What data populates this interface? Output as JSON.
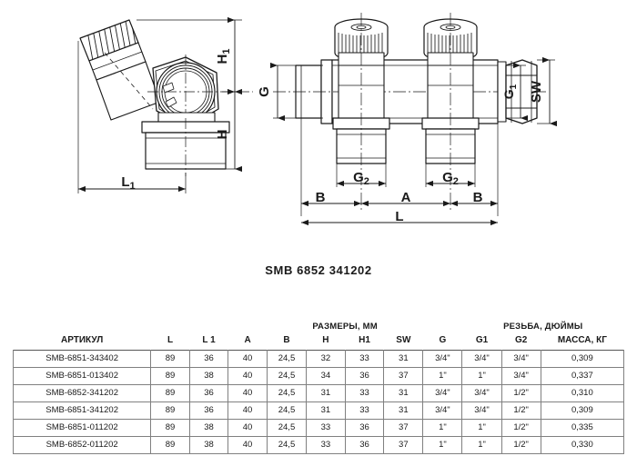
{
  "product_code": "SMB 6852 341202",
  "drawings": {
    "left_view": {
      "name": "angle-valve-side-view",
      "dimension_labels": [
        {
          "id": "H1",
          "text": "H",
          "sub": "1",
          "orientation": "vertical"
        },
        {
          "id": "H",
          "text": "H",
          "sub": "",
          "orientation": "vertical"
        },
        {
          "id": "L1",
          "text": "L",
          "sub": "1",
          "orientation": "horizontal"
        }
      ]
    },
    "right_view": {
      "name": "manifold-front-view",
      "dimension_labels": [
        {
          "id": "G",
          "text": "G",
          "sub": "",
          "orientation": "vertical"
        },
        {
          "id": "G1",
          "text": "G",
          "sub": "1",
          "orientation": "vertical"
        },
        {
          "id": "SW",
          "text": "SW",
          "sub": "",
          "orientation": "vertical"
        },
        {
          "id": "G2a",
          "text": "G",
          "sub": "2",
          "orientation": "horizontal"
        },
        {
          "id": "G2b",
          "text": "G",
          "sub": "2",
          "orientation": "horizontal"
        },
        {
          "id": "Ba",
          "text": "B",
          "sub": "",
          "orientation": "horizontal"
        },
        {
          "id": "A",
          "text": "A",
          "sub": "",
          "orientation": "horizontal"
        },
        {
          "id": "Bb",
          "text": "B",
          "sub": "",
          "orientation": "horizontal"
        },
        {
          "id": "L",
          "text": "L",
          "sub": "",
          "orientation": "horizontal"
        }
      ]
    }
  },
  "table": {
    "group_headers": {
      "article": "АРТИКУЛ",
      "dimensions": "РАЗМЕРЫ, ММ",
      "thread": "РЕЗЬБА, ДЮЙМЫ",
      "mass": "МАССА, КГ"
    },
    "columns": [
      "L",
      "L 1",
      "A",
      "B",
      "H",
      "H1",
      "SW",
      "G",
      "G1",
      "G2"
    ],
    "rows": [
      {
        "article": "SMB-6851-343402",
        "L": "89",
        "L1": "36",
        "A": "40",
        "B": "24,5",
        "H": "32",
        "H1": "33",
        "SW": "31",
        "G": "3/4\"",
        "G1": "3/4\"",
        "G2": "3/4\"",
        "mass": "0,309"
      },
      {
        "article": "SMB-6851-013402",
        "L": "89",
        "L1": "38",
        "A": "40",
        "B": "24,5",
        "H": "34",
        "H1": "36",
        "SW": "37",
        "G": "1\"",
        "G1": "1\"",
        "G2": "3/4\"",
        "mass": "0,337"
      },
      {
        "article": "SMB-6852-341202",
        "L": "89",
        "L1": "36",
        "A": "40",
        "B": "24,5",
        "H": "31",
        "H1": "33",
        "SW": "31",
        "G": "3/4\"",
        "G1": "3/4\"",
        "G2": "1/2\"",
        "mass": "0,310"
      },
      {
        "article": "SMB-6851-341202",
        "L": "89",
        "L1": "36",
        "A": "40",
        "B": "24,5",
        "H": "31",
        "H1": "33",
        "SW": "31",
        "G": "3/4\"",
        "G1": "3/4\"",
        "G2": "1/2\"",
        "mass": "0,309"
      },
      {
        "article": "SMB-6851-011202",
        "L": "89",
        "L1": "38",
        "A": "40",
        "B": "24,5",
        "H": "33",
        "H1": "36",
        "SW": "37",
        "G": "1\"",
        "G1": "1\"",
        "G2": "1/2\"",
        "mass": "0,335"
      },
      {
        "article": "SMB-6852-011202",
        "L": "89",
        "L1": "38",
        "A": "40",
        "B": "24,5",
        "H": "33",
        "H1": "36",
        "SW": "37",
        "G": "1\"",
        "G1": "1\"",
        "G2": "1/2\"",
        "mass": "0,330"
      }
    ]
  },
  "colors": {
    "line": "#1a1a1a",
    "thin_line": "#4a4a4a",
    "table_border": "#808080",
    "background": "#ffffff"
  }
}
